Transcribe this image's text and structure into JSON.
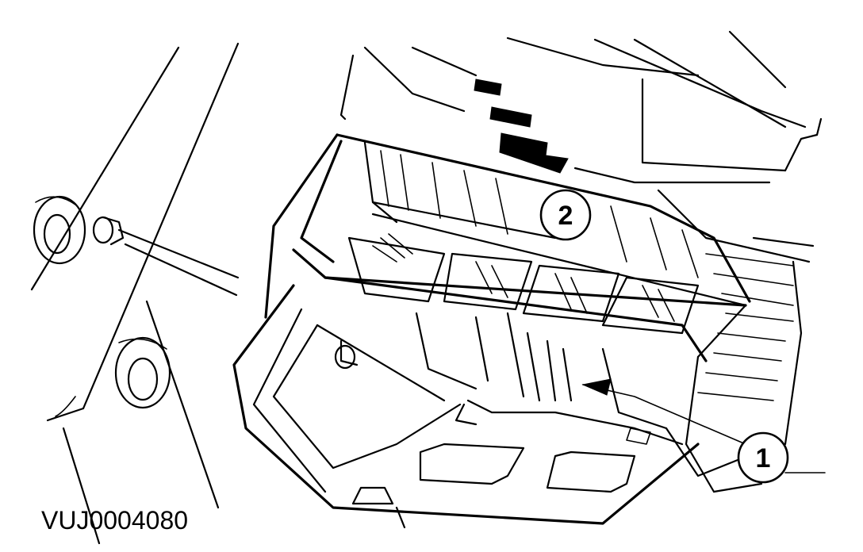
{
  "diagram": {
    "callouts": [
      {
        "id": "callout-1",
        "label": "1"
      },
      {
        "id": "callout-2",
        "label": "2"
      }
    ],
    "reference_code": "VUJ0004080"
  }
}
